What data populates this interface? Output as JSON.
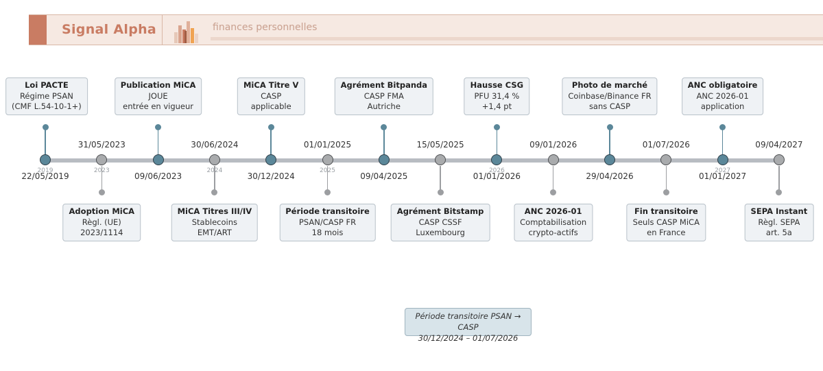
{
  "header": {
    "brand": "Signal Alpha",
    "tagline": "finances personnelles",
    "colors": {
      "accent": "#c97c63",
      "band": "#f6e9e2"
    }
  },
  "timeline": {
    "colors": {
      "major": "#5b8799",
      "minor": "#a9abad",
      "axis": "#b8bcc2"
    },
    "events": [
      {
        "date": "22/05/2019",
        "year": "2019",
        "kind": "major",
        "side": "top",
        "title": "Loi PACTE",
        "lines": [
          "Régime PSAN",
          "(CMF L.54-10-1+)"
        ]
      },
      {
        "date": "31/05/2023",
        "year": "2023",
        "kind": "minor",
        "side": "bottom",
        "title": "Adoption MiCA",
        "lines": [
          "Règl. (UE)",
          "2023/1114"
        ]
      },
      {
        "date": "09/06/2023",
        "year": "",
        "kind": "major",
        "side": "top",
        "title": "Publication MiCA",
        "lines": [
          "JOUE",
          "entrée en vigueur"
        ]
      },
      {
        "date": "30/06/2024",
        "year": "2024",
        "kind": "minor",
        "side": "bottom",
        "title": "MiCA Titres III/IV",
        "lines": [
          "Stablecoins",
          "EMT/ART"
        ]
      },
      {
        "date": "30/12/2024",
        "year": "",
        "kind": "major",
        "side": "top",
        "title": "MiCA Titre V",
        "lines": [
          "CASP",
          "applicable"
        ]
      },
      {
        "date": "01/01/2025",
        "year": "2025",
        "kind": "minor",
        "side": "bottom",
        "title": "Période transitoire",
        "lines": [
          "PSAN/CASP FR",
          "18 mois"
        ]
      },
      {
        "date": "09/04/2025",
        "year": "",
        "kind": "major",
        "side": "top",
        "title": "Agrément Bitpanda",
        "lines": [
          "CASP FMA",
          "Autriche"
        ]
      },
      {
        "date": "15/05/2025",
        "year": "",
        "kind": "minor",
        "side": "bottom",
        "title": "Agrément Bitstamp",
        "lines": [
          "CASP CSSF",
          "Luxembourg"
        ]
      },
      {
        "date": "01/01/2026",
        "year": "2026",
        "kind": "major",
        "side": "top",
        "title": "Hausse CSG",
        "lines": [
          "PFU 31,4 %",
          "+1,4 pt"
        ]
      },
      {
        "date": "09/01/2026",
        "year": "",
        "kind": "minor",
        "side": "bottom",
        "title": "ANC 2026-01",
        "lines": [
          "Comptabilisation",
          "crypto-actifs"
        ]
      },
      {
        "date": "29/04/2026",
        "year": "",
        "kind": "major",
        "side": "top",
        "title": "Photo de marché",
        "lines": [
          "Coinbase/Binance FR",
          "sans CASP"
        ]
      },
      {
        "date": "01/07/2026",
        "year": "",
        "kind": "minor",
        "side": "bottom",
        "title": "Fin transitoire",
        "lines": [
          "Seuls CASP MiCA",
          "en France"
        ]
      },
      {
        "date": "01/01/2027",
        "year": "2027",
        "kind": "major",
        "side": "top",
        "title": "ANC obligatoire",
        "lines": [
          "ANC 2026-01",
          "application"
        ]
      },
      {
        "date": "09/04/2027",
        "year": "",
        "kind": "minor",
        "side": "bottom",
        "title": "SEPA Instant",
        "lines": [
          "Règl. SEPA",
          "art. 5a"
        ]
      }
    ]
  },
  "note": {
    "line1": "Période transitoire PSAN → CASP",
    "line2": "30/12/2024 – 01/07/2026"
  }
}
